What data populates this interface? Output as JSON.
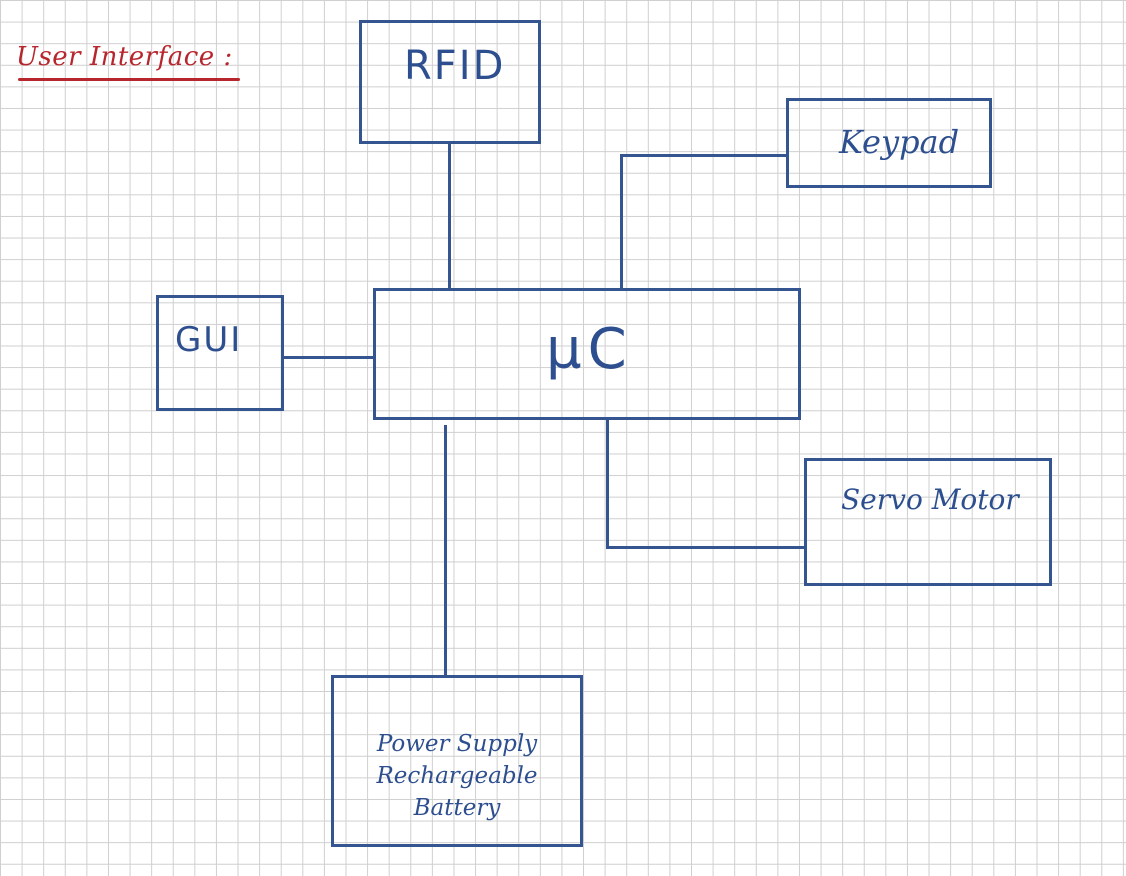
{
  "title": "User Interface",
  "title_suffix": ":",
  "blocks": {
    "rfid": "RFID",
    "keypad": "Keypad",
    "gui": "GUI",
    "mcu": "µC",
    "servo": "Servo Motor",
    "power": {
      "line1": "Power Supply",
      "line2": "Rechargeable",
      "line3": "Battery"
    }
  },
  "colors": {
    "ink_blue": "#34558f",
    "ink_red": "#b8262d",
    "grid": "#cfcfcf"
  }
}
